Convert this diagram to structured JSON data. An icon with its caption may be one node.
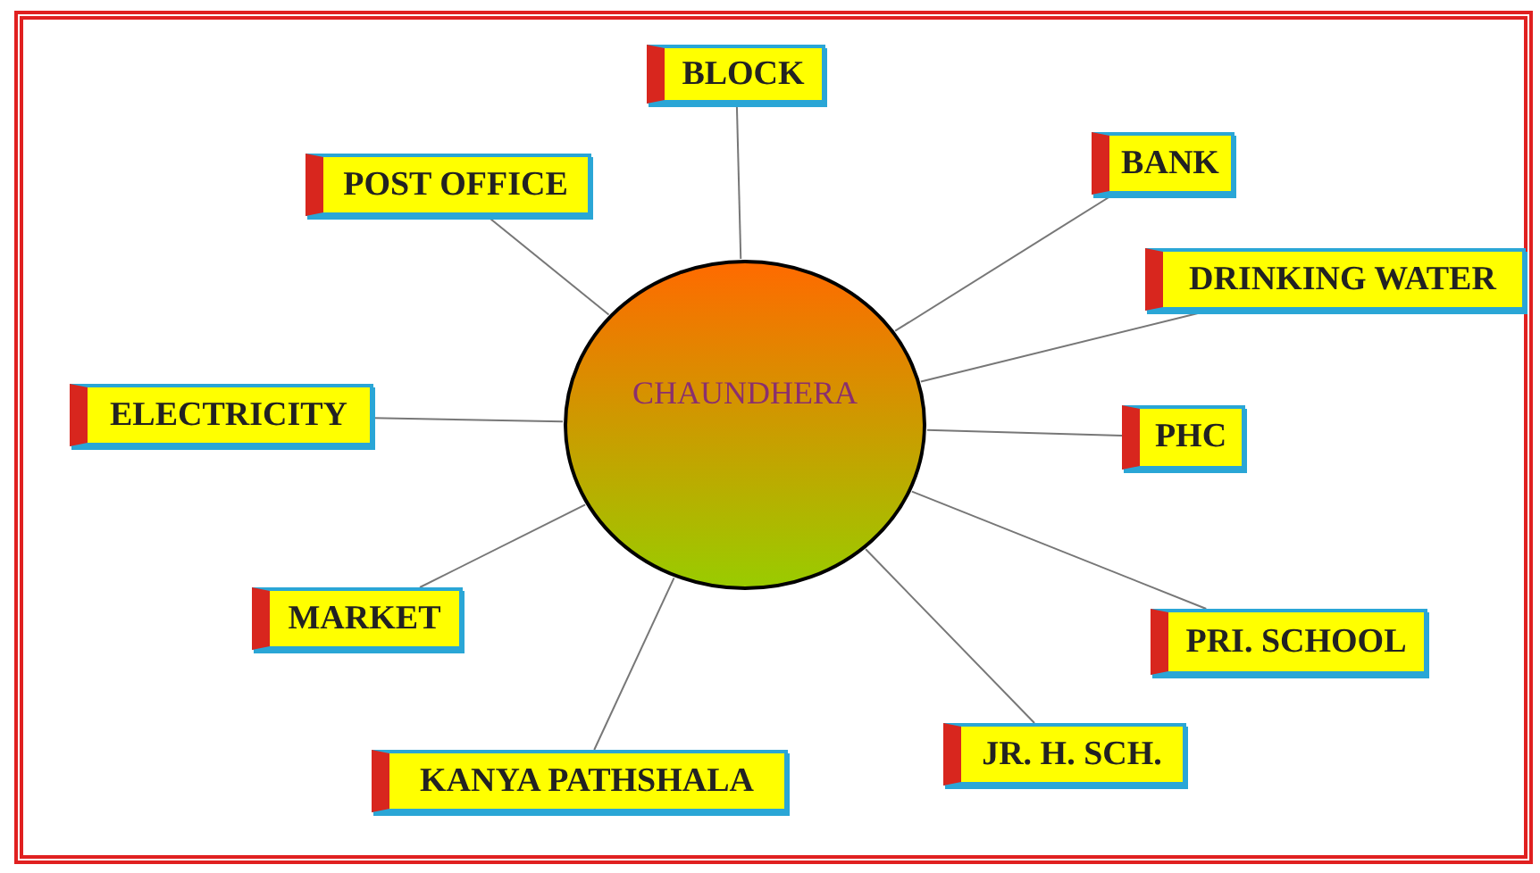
{
  "diagram": {
    "nodes": [
      {
        "text": [
          "CHAUNDHERA"
        ]
      },
      {
        "text": [
          "BLOCK"
        ]
      },
      {
        "text": [
          "BANK"
        ]
      },
      {
        "text": [
          "POST OFFICE"
        ]
      },
      {
        "text": [
          "DRINKING WATER"
        ]
      },
      {
        "text": [
          "ELECTRICITY"
        ]
      },
      {
        "text": [
          "PHC"
        ]
      },
      {
        "text": [
          "MARKET"
        ]
      },
      {
        "text": [
          "PRI. SCHOOL"
        ]
      },
      {
        "text": [
          "JR. H. SCH."
        ]
      },
      {
        "text": [
          "KANYA PATHSHALA"
        ]
      }
    ],
    "edges": [
      {
        "from": 0,
        "to": 1,
        "arrow": "none"
      },
      {
        "from": 0,
        "to": 2,
        "arrow": "none"
      },
      {
        "from": 0,
        "to": 3,
        "arrow": "none"
      },
      {
        "from": 0,
        "to": 4,
        "arrow": "none"
      },
      {
        "from": 0,
        "to": 5,
        "arrow": "none"
      },
      {
        "from": 0,
        "to": 6,
        "arrow": "none"
      },
      {
        "from": 0,
        "to": 7,
        "arrow": "none"
      },
      {
        "from": 0,
        "to": 8,
        "arrow": "none"
      },
      {
        "from": 0,
        "to": 9,
        "arrow": "none"
      },
      {
        "from": 0,
        "to": 10,
        "arrow": "none"
      }
    ]
  }
}
